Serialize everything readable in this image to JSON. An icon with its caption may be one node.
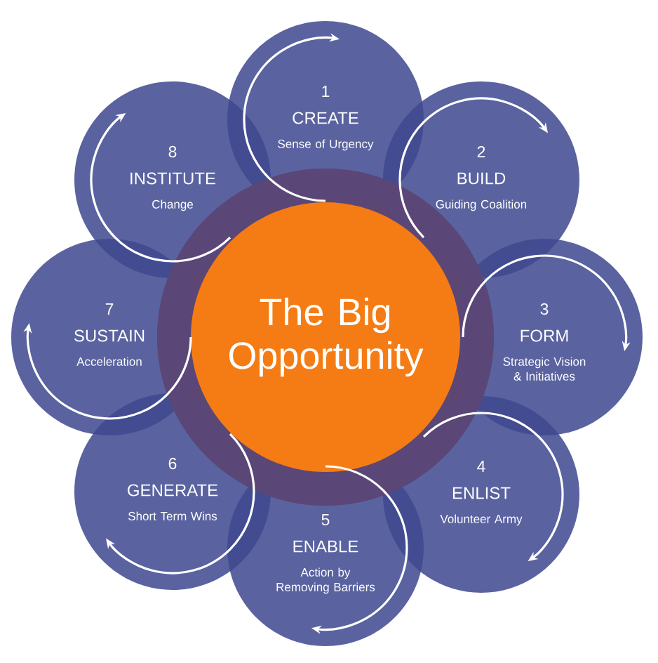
{
  "diagram": {
    "nodes": [
      {
        "text": [
          "The Big Opportunity"
        ]
      },
      {
        "text": [
          "1",
          "CREATE",
          "Sense of Urgency"
        ]
      },
      {
        "text": [
          "2",
          "BUILD",
          "Guiding Coalition"
        ]
      },
      {
        "text": [
          "3",
          "FORM",
          "Strategic Vision & Initiatives"
        ]
      },
      {
        "text": [
          "4",
          "ENLIST",
          "Volunteer Army"
        ]
      },
      {
        "text": [
          "5",
          "ENABLE",
          "Action by Removing Barriers"
        ]
      },
      {
        "text": [
          "6",
          "GENERATE",
          "Short Term Wins"
        ]
      },
      {
        "text": [
          "7",
          "SUSTAIN",
          "Acceleration"
        ]
      },
      {
        "text": [
          "8",
          "INSTITUTE",
          "Change"
        ]
      }
    ]
  }
}
